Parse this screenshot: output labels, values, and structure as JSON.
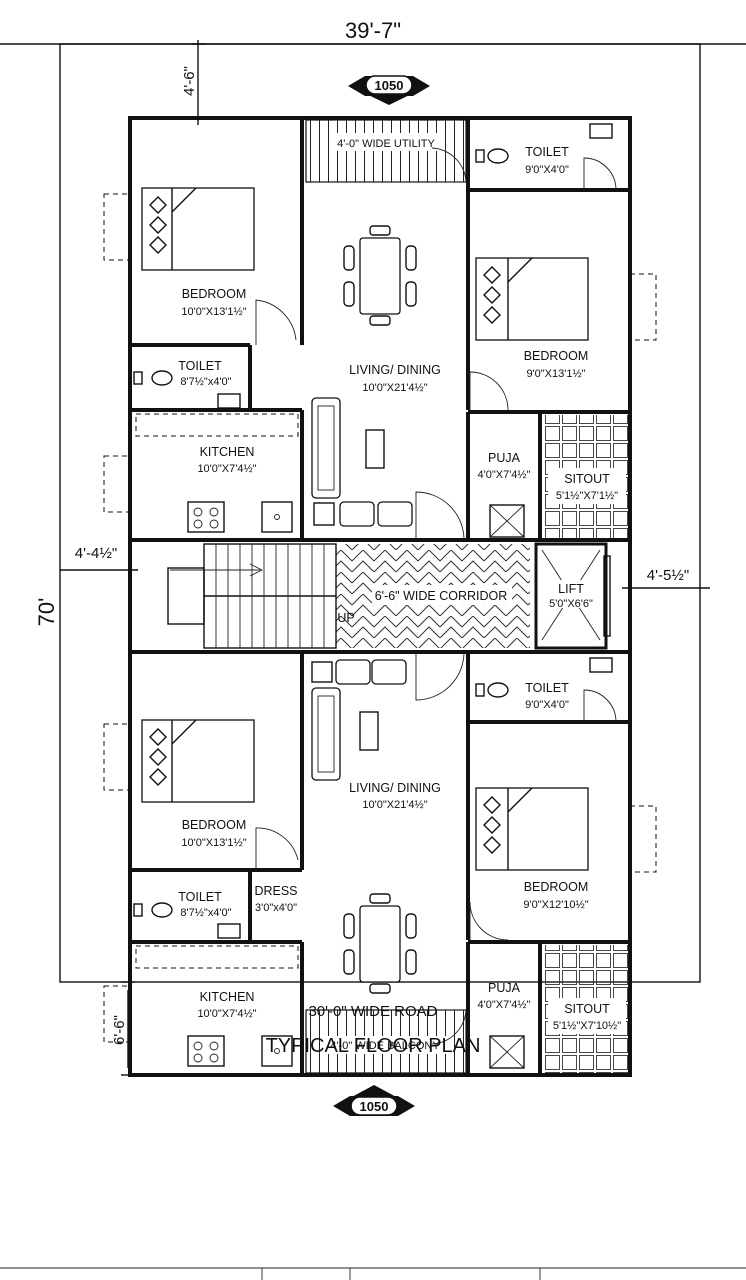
{
  "dimensions": {
    "top_width": "39'-7\"",
    "height": "70'",
    "top_setback": "4'-6\"",
    "bottom_setback": "6'-6\"",
    "left_setback": "4'-4½\"",
    "right_setback": "4'-5½\""
  },
  "markers": {
    "top": "1050",
    "bottom": "1050"
  },
  "rooms": {
    "top_utility": {
      "label": "4'-0\" WIDE UTILITY"
    },
    "top_toilet_right": {
      "label": "TOILET",
      "size": "9'0\"X4'0\""
    },
    "top_bedroom_left": {
      "label": "BEDROOM",
      "size": "10'0\"X13'1½\""
    },
    "top_living": {
      "label": "LIVING/ DINING",
      "size": "10'0\"X21'4½\""
    },
    "top_bedroom_right": {
      "label": "BEDROOM",
      "size": "9'0\"X13'1½\""
    },
    "top_toilet_left": {
      "label": "TOILET",
      "size": "8'7½\"x4'0\""
    },
    "top_kitchen": {
      "label": "KITCHEN",
      "size": "10'0\"X7'4½\""
    },
    "top_puja": {
      "label": "PUJA",
      "size": "4'0\"X7'4½\""
    },
    "top_sitout": {
      "label": "SITOUT",
      "size": "5'1½\"X7'1½\""
    },
    "corridor": {
      "label": "6'-6\" WIDE CORRIDOR",
      "up": "UP"
    },
    "lift": {
      "label": "LIFT",
      "size": "5'0\"X6'6\""
    },
    "bot_toilet_right": {
      "label": "TOILET",
      "size": "9'0\"X4'0\""
    },
    "bot_bedroom_left": {
      "label": "BEDROOM",
      "size": "10'0\"X13'1½\""
    },
    "bot_living": {
      "label": "LIVING/ DINING",
      "size": "10'0\"X21'4½\""
    },
    "bot_bedroom_right": {
      "label": "BEDROOM",
      "size": "9'0\"X12'10½\""
    },
    "bot_toilet_left": {
      "label": "TOILET",
      "size": "8'7½\"x4'0\""
    },
    "bot_dress": {
      "label": "DRESS",
      "size": "3'0\"x4'0\""
    },
    "bot_kitchen": {
      "label": "KITCHEN",
      "size": "10'0\"X7'4½\""
    },
    "bot_puja": {
      "label": "PUJA",
      "size": "4'0\"X7'4½\""
    },
    "bot_sitout": {
      "label": "SITOUT",
      "size": "5'1½\"X7'10½\""
    },
    "bot_balcony": {
      "label": "4'-0\" WIDE BALCONY"
    }
  },
  "road": "30'-0\" WIDE ROAD",
  "title": "TYPICAL FLOOR PLAN"
}
